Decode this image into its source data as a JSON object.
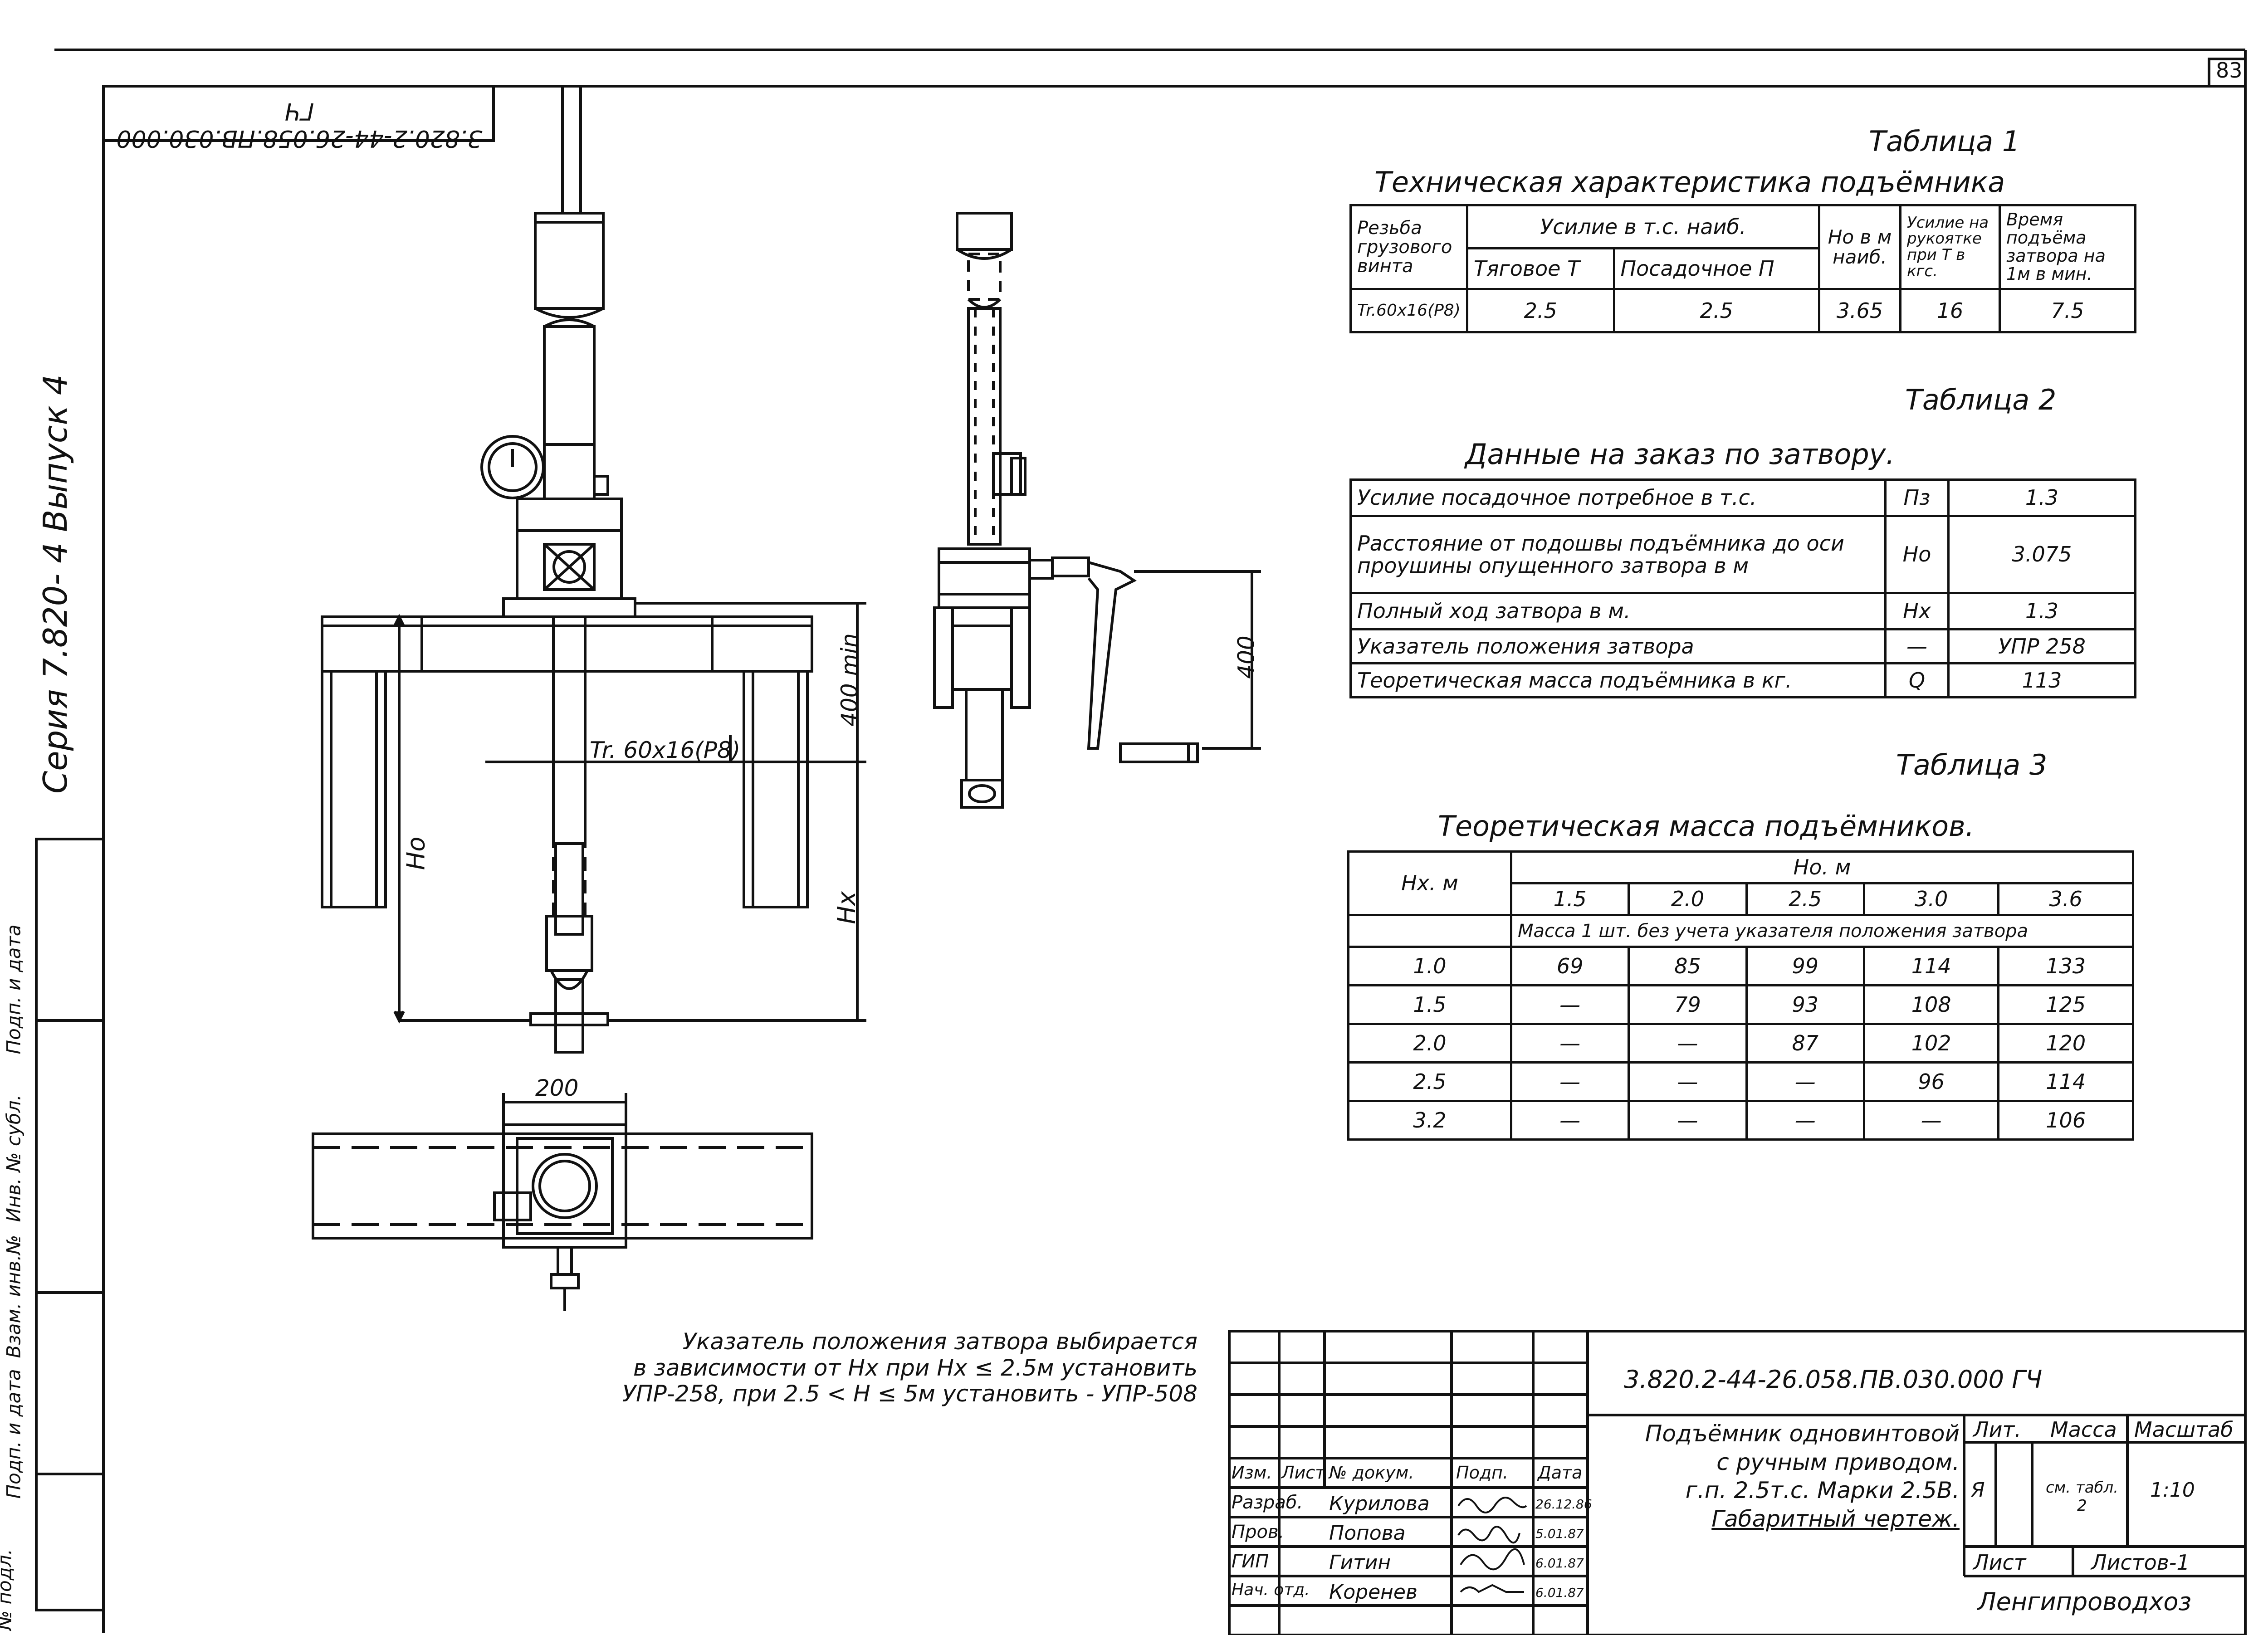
{
  "sheet_number": "83",
  "rotated_code": "3.820.2-44-26.058.ПВ.030.000 ГЧ",
  "series_label": "Серия 7.820- 4 Выпуск 4",
  "side_labels": [
    "№ подл.",
    "Подп. и дата",
    "Взам. инв.№",
    "Инв. № субл.",
    "Подп. и дата"
  ],
  "table1": {
    "caption": "Таблица 1",
    "title": "Техническая характеристика подъёмника",
    "h_thread": "Резьба грузового винта",
    "h_force": "Усилие в т.с. наиб.",
    "h_pull": "Тяговое Т",
    "h_land": "Посадочное П",
    "h_ho": "Но в м наиб.",
    "h_handle": "Усилие на рукоятке при Т в кгс.",
    "h_time": "Время подъёма затвора на 1м в мин.",
    "row": [
      "Tr.60x16(P8)",
      "2.5",
      "2.5",
      "3.65",
      "16",
      "7.5"
    ]
  },
  "table2": {
    "caption": "Таблица 2",
    "title": "Данные на заказ по затвору.",
    "rows": [
      [
        "Усилие посадочное потребное в т.с.",
        "Пз",
        "1.3"
      ],
      [
        "Расстояние от подошвы подъёмника до оси проушины опущенного затвора в м",
        "Но",
        "3.075"
      ],
      [
        "Полный ход затвора в м.",
        "Hx",
        "1.3"
      ],
      [
        "Указатель положения затвора",
        "—",
        "УПР 258"
      ],
      [
        "Теоретическая масса подъёмника в кг.",
        "Q",
        "113"
      ]
    ]
  },
  "table3": {
    "caption": "Таблица 3",
    "title": "Теоретическая масса подъёмников.",
    "h_hx": "Hx. м",
    "h_ho": "Но. м",
    "cols": [
      "1.5",
      "2.0",
      "2.5",
      "3.0",
      "3.6"
    ],
    "subheader": "Масса 1 шт. без учета указателя положения затвора",
    "rows": [
      {
        "hx": "1.0",
        "v": [
          "69",
          "85",
          "99",
          "114",
          "133"
        ]
      },
      {
        "hx": "1.5",
        "v": [
          "—",
          "79",
          "93",
          "108",
          "125"
        ]
      },
      {
        "hx": "2.0",
        "v": [
          "—",
          "—",
          "87",
          "102",
          "120"
        ]
      },
      {
        "hx": "2.5",
        "v": [
          "—",
          "—",
          "—",
          "96",
          "114"
        ]
      },
      {
        "hx": "3.2",
        "v": [
          "—",
          "—",
          "—",
          "—",
          "106"
        ]
      }
    ]
  },
  "drawing": {
    "thread_label": "Tr. 60x16(P8)",
    "dim_400min": "400 min",
    "dim_400": "400",
    "dim_200": "200",
    "label_ho": "Но",
    "label_hx": "Hx"
  },
  "note": {
    "l1": "Указатель положения затвора выбирается",
    "l2": "в зависимости от Hx при Hx ≤ 2.5м установить",
    "l3": "УПР-258, при 2.5 < H ≤ 5м установить - УПР-508"
  },
  "stamp": {
    "code": "3.820.2-44-26.058.ПВ.030.000 ГЧ",
    "name1": "Подъёмник одновинтовой",
    "name2": "с ручным приводом.",
    "name3": "г.п. 2.5т.с. Марки 2.5В.",
    "name4": "Габаритный чертеж.",
    "h_izm": "Изм.",
    "h_list": "Лист",
    "h_doc": "№ докум.",
    "h_sign": "Подп.",
    "h_date": "Дата",
    "people": [
      {
        "role": "Разраб.",
        "name": "Курилова",
        "date": "26.12.86"
      },
      {
        "role": "Пров.",
        "name": "Попова",
        "date": "5.01.87"
      },
      {
        "role": "ГИП",
        "name": "Гитин",
        "date": "6.01.87"
      },
      {
        "role": "Нач. отд.",
        "name": "Коренев",
        "date": "6.01.87"
      }
    ],
    "lit_label": "Лит.",
    "mass_label": "Масса",
    "scale_label": "Масштаб",
    "lit_value": "Я",
    "mass_value": "см. табл. 2",
    "scale_value": "1:10",
    "sheet_label": "Лист",
    "sheets_label": "Листов-1",
    "org": "Ленгипроводхоз"
  }
}
